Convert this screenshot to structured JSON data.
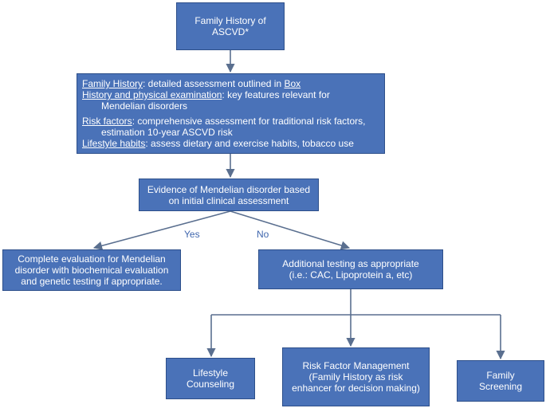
{
  "boxes": {
    "start": [
      "Family History of",
      "ASCVD*"
    ],
    "assessment": {
      "family_history": {
        "label": "Family History",
        "text": ": detailed assessment outlined in ",
        "link": "Box"
      },
      "exam": {
        "label": "History and physical examination",
        "text": ": key features relevant for",
        "cont": "Mendelian disorders"
      },
      "risk": {
        "label": "Risk factors",
        "text": ": comprehensive assessment for traditional risk factors,",
        "cont": "estimation 10-year ASCVD risk"
      },
      "lifestyle": {
        "label": "Lifestyle habits",
        "text": ": assess dietary and exercise habits, tobacco use"
      }
    },
    "evidence": [
      "Evidence of Mendelian disorder based",
      "on initial clinical assessment"
    ],
    "complete_eval": [
      "Complete evaluation for Mendelian",
      "disorder with biochemical evaluation",
      "and genetic testing if appropriate."
    ],
    "additional": [
      "Additional testing as appropriate",
      "(i.e.: CAC, Lipoprotein a, etc)"
    ],
    "lifestyle_counseling": [
      "Lifestyle",
      "Counseling"
    ],
    "risk_mgmt": [
      "Risk Factor Management",
      "(Family History as risk",
      "enhancer for decision making)"
    ],
    "family_screening": [
      "Family",
      "Screening"
    ]
  },
  "edges": {
    "yes": "Yes",
    "no": "No"
  },
  "colors": {
    "box_fill": "#4a72b8",
    "box_border": "#2d4f8a",
    "arrow": "#5a6f8f",
    "text": "#ffffff",
    "edge_label": "#3f66ad"
  }
}
